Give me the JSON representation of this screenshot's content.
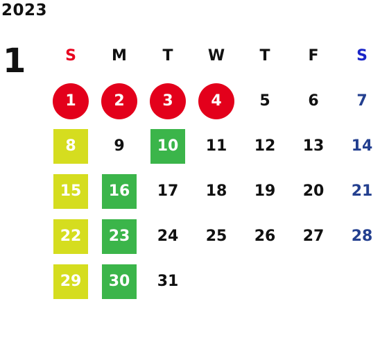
{
  "calendar": {
    "year": "2023",
    "month": "1",
    "weekdays": [
      "S",
      "M",
      "T",
      "W",
      "T",
      "F",
      "S"
    ],
    "weeks": [
      [
        {
          "day": "1",
          "style": "holiday"
        },
        {
          "day": "2",
          "style": "holiday"
        },
        {
          "day": "3",
          "style": "holiday"
        },
        {
          "day": "4",
          "style": "holiday"
        },
        {
          "day": "5",
          "style": "plain"
        },
        {
          "day": "6",
          "style": "plain"
        },
        {
          "day": "7",
          "style": "saturday"
        }
      ],
      [
        {
          "day": "8",
          "style": "yellow"
        },
        {
          "day": "9",
          "style": "plain"
        },
        {
          "day": "10",
          "style": "green"
        },
        {
          "day": "11",
          "style": "plain"
        },
        {
          "day": "12",
          "style": "plain"
        },
        {
          "day": "13",
          "style": "plain"
        },
        {
          "day": "14",
          "style": "saturday"
        }
      ],
      [
        {
          "day": "15",
          "style": "yellow"
        },
        {
          "day": "16",
          "style": "green"
        },
        {
          "day": "17",
          "style": "plain"
        },
        {
          "day": "18",
          "style": "plain"
        },
        {
          "day": "19",
          "style": "plain"
        },
        {
          "day": "20",
          "style": "plain"
        },
        {
          "day": "21",
          "style": "saturday"
        }
      ],
      [
        {
          "day": "22",
          "style": "yellow"
        },
        {
          "day": "23",
          "style": "green"
        },
        {
          "day": "24",
          "style": "plain"
        },
        {
          "day": "25",
          "style": "plain"
        },
        {
          "day": "26",
          "style": "plain"
        },
        {
          "day": "27",
          "style": "plain"
        },
        {
          "day": "28",
          "style": "saturday"
        }
      ],
      [
        {
          "day": "29",
          "style": "yellow"
        },
        {
          "day": "30",
          "style": "green"
        },
        {
          "day": "31",
          "style": "plain"
        },
        {
          "day": "",
          "style": "plain"
        },
        {
          "day": "",
          "style": "plain"
        },
        {
          "day": "",
          "style": "plain"
        },
        {
          "day": "",
          "style": "plain"
        }
      ]
    ]
  },
  "colors": {
    "holiday_red": "#e3001b",
    "highlight_yellow": "#d5dd1f",
    "highlight_green": "#3bb54a",
    "sunday_header": "#e8001e",
    "saturday_header": "#1a25c8",
    "saturday_date": "#233f8f"
  }
}
